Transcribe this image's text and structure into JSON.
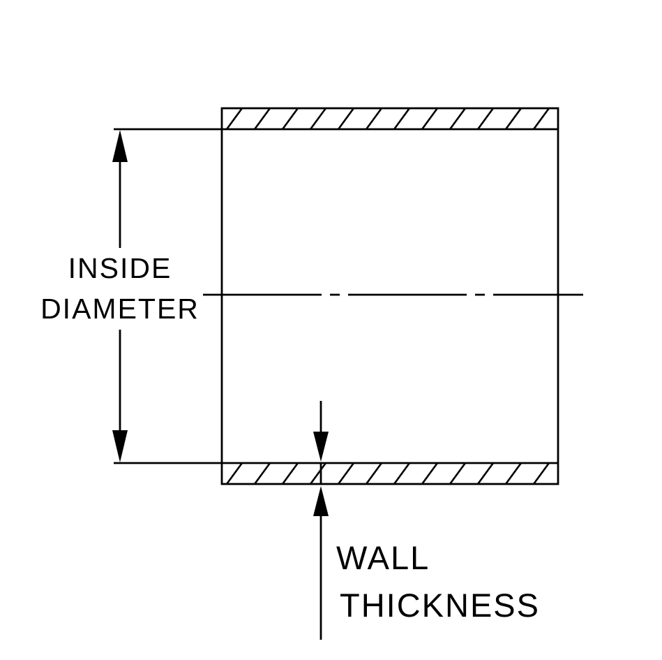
{
  "diagram": {
    "line_color": "#000000",
    "background_color": "#ffffff",
    "dimensions": {
      "inside_diameter": {
        "label_line1": "INSIDE",
        "label_line2": "DIAMETER"
      },
      "wall_thickness": {
        "label_line1": "WALL",
        "label_line2": "THICKNESS"
      }
    }
  }
}
